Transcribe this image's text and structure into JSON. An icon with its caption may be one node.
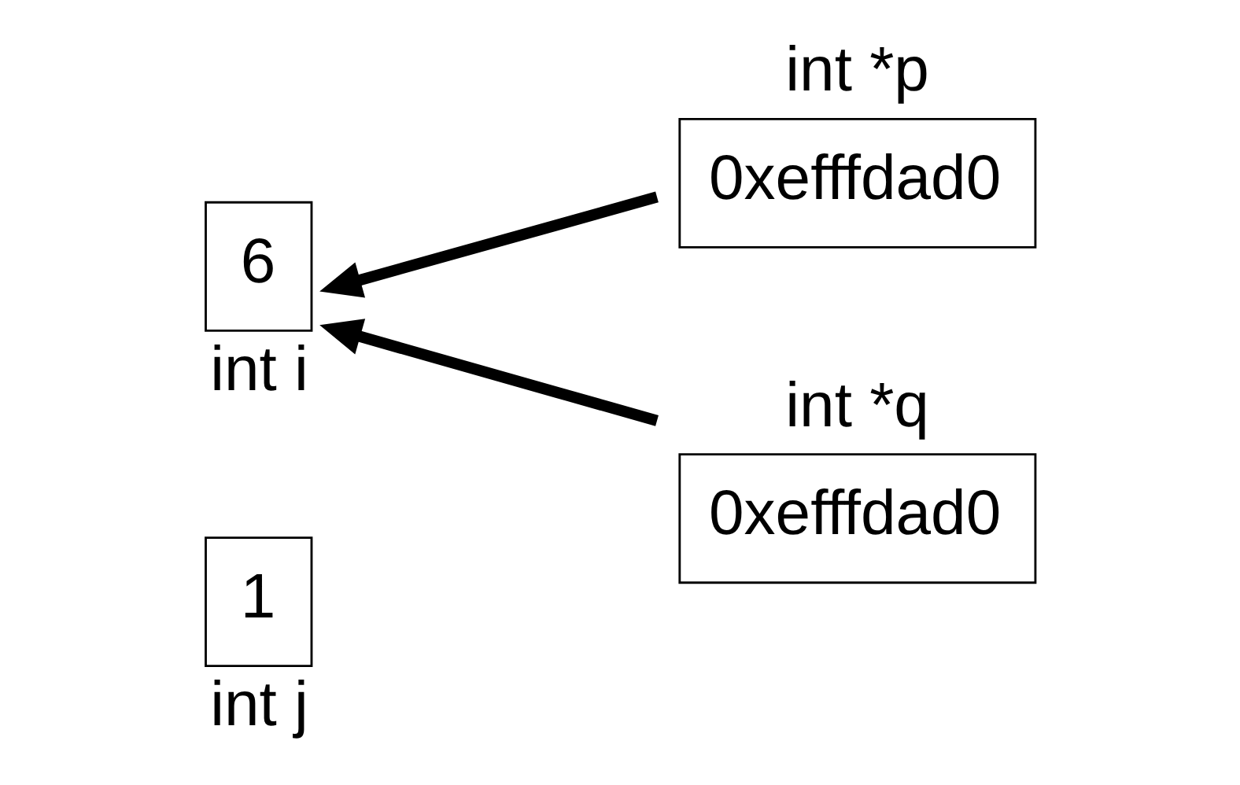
{
  "diagram": {
    "nodes": [
      {
        "text": [
          "6"
        ],
        "beside": [
          "int i"
        ]
      },
      {
        "text": [
          "1"
        ],
        "beside": [
          "int j"
        ]
      },
      {
        "text": [
          "0xefffdad0"
        ],
        "beside": [
          "int *p"
        ]
      },
      {
        "text": [
          "0xefffdad0"
        ],
        "beside": [
          "int *q"
        ]
      }
    ],
    "edges": [
      {
        "from": 2,
        "to": 0,
        "arrow": "to"
      },
      {
        "from": 3,
        "to": 0,
        "arrow": "to"
      }
    ]
  }
}
